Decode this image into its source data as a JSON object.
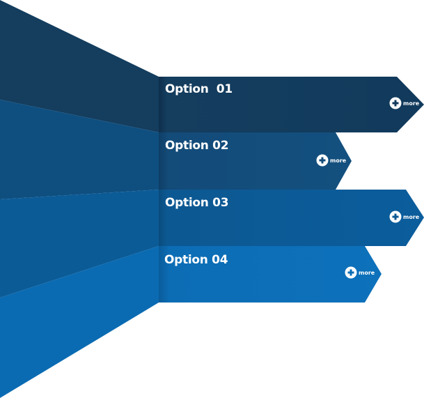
{
  "colors": {
    "background": "#ffffff",
    "wall_1": "#143d5e",
    "wall_2": "#0e4f80",
    "wall_3": "#0b5b97",
    "wall_4": "#0a6bb2",
    "bar_1": "#113a5c",
    "bar_2": "#134b79",
    "bar_3": "#0c5892",
    "bar_4": "#0c6db5",
    "text": "#ffffff"
  },
  "options": [
    {
      "title": "Option  01",
      "more_label": "more",
      "icon": "plus-circle-icon"
    },
    {
      "title": "Option 02",
      "more_label": "more",
      "icon": "plus-circle-icon"
    },
    {
      "title": "Option 03",
      "more_label": "more",
      "icon": "plus-circle-icon"
    },
    {
      "title": "Option 04",
      "more_label": "more",
      "icon": "plus-circle-icon"
    }
  ]
}
